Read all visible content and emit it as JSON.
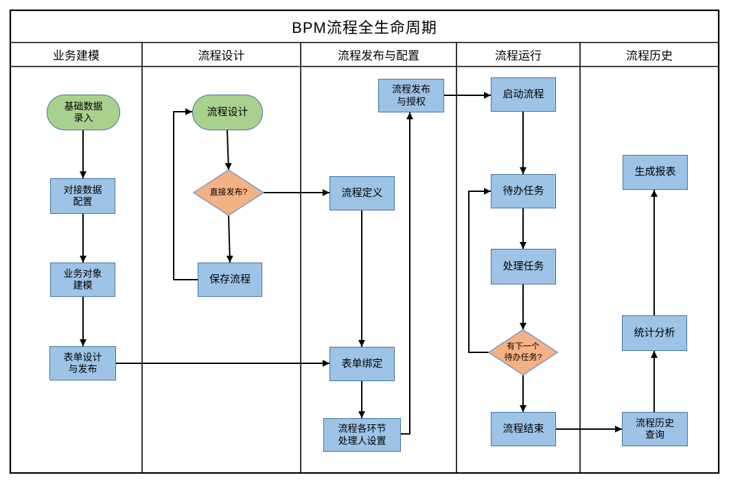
{
  "title": "BPM流程全生命周期",
  "lanes": [
    {
      "label": "业务建模"
    },
    {
      "label": "流程设计"
    },
    {
      "label": "流程发布与配置"
    },
    {
      "label": "流程运行"
    },
    {
      "label": "流程历史"
    }
  ],
  "nodes": {
    "base_data_entry": {
      "label": "基础数据\n录入",
      "type": "start"
    },
    "dock_data_config": {
      "label": "对接数据\n配置",
      "type": "task"
    },
    "business_object_modeling": {
      "label": "业务对象\n建模",
      "type": "task"
    },
    "form_design_publish": {
      "label": "表单设计\n与发布",
      "type": "task"
    },
    "process_design": {
      "label": "流程设计",
      "type": "start"
    },
    "direct_publish_decision": {
      "label": "直接发布?",
      "type": "decision"
    },
    "save_process": {
      "label": "保存流程",
      "type": "task"
    },
    "process_publish_auth": {
      "label": "流程发布\n与授权",
      "type": "task"
    },
    "process_definition": {
      "label": "流程定义",
      "type": "task"
    },
    "form_binding": {
      "label": "表单绑定",
      "type": "task"
    },
    "step_handler_setting": {
      "label": "流程各环节\n处理人设置",
      "type": "task"
    },
    "start_process": {
      "label": "启动流程",
      "type": "task"
    },
    "todo_task": {
      "label": "待办任务",
      "type": "task"
    },
    "handle_task": {
      "label": "处理任务",
      "type": "task"
    },
    "next_todo_decision": {
      "label": "有下一个\n待办任务?",
      "type": "decision"
    },
    "process_end": {
      "label": "流程结束",
      "type": "task"
    },
    "generate_report": {
      "label": "生成报表",
      "type": "task"
    },
    "statistical_analysis": {
      "label": "统计分析",
      "type": "task"
    },
    "process_history_query": {
      "label": "流程历史\n查询",
      "type": "task"
    }
  },
  "colors": {
    "task_fill": "#9DC3E6",
    "task_border": "#41719C",
    "start_fill": "#A9D18E",
    "decision_fill": "#F4B183",
    "decision_border": "#7C9CC6",
    "line": "#000000"
  }
}
